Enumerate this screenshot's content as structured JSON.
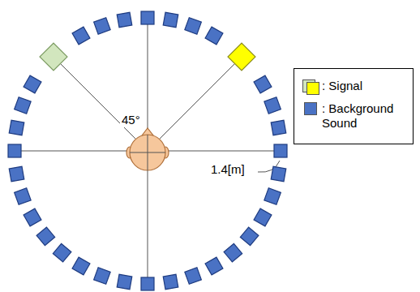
{
  "diagram": {
    "labels": [
      "45°",
      "1.4[m]"
    ],
    "legend": [
      {
        "text": ": Signal",
        "color": "#ffff00"
      },
      {
        "text": ": Background Sound",
        "color": "#4a72c4"
      }
    ]
  }
}
